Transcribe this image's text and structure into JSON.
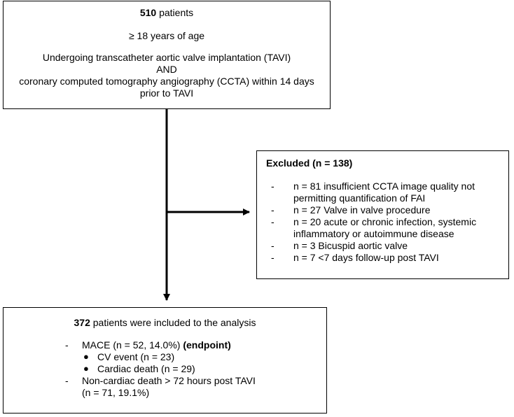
{
  "top_box": {
    "count": "510",
    "count_suffix": " patients",
    "age": "≥ 18 years of age",
    "criteria_line1": "Undergoing transcatheter aortic valve implantation (TAVI)",
    "criteria_line2": "AND",
    "criteria_line3": "coronary computed tomography angiography (CCTA) within 14 days prior to TAVI"
  },
  "excluded_box": {
    "title": "Excluded (n = 138)",
    "marker": "-",
    "items": [
      "n = 81 insufficient CCTA image quality not permitting quantification of FAI",
      "n = 27 Valve in valve procedure",
      "n = 20 acute or chronic infection, systemic inflammatory or autoimmune disease",
      "n = 3 Bicuspid aortic valve",
      "n = 7 <7 days follow-up post TAVI"
    ]
  },
  "included_box": {
    "count": "372",
    "count_suffix": " patients were included to the analysis",
    "dash_marker": "-",
    "bullet_marker": "●",
    "mace": "MACE (n = 52, 14.0%) ",
    "mace_endpoint": "(endpoint)",
    "cv_event": "CV event (n = 23)",
    "cardiac_death": "Cardiac death (n = 29)",
    "noncardiac_line1": "Non-cardiac death > 72 hours post TAVI",
    "noncardiac_line2": "(n = 71, 19.1%)"
  }
}
